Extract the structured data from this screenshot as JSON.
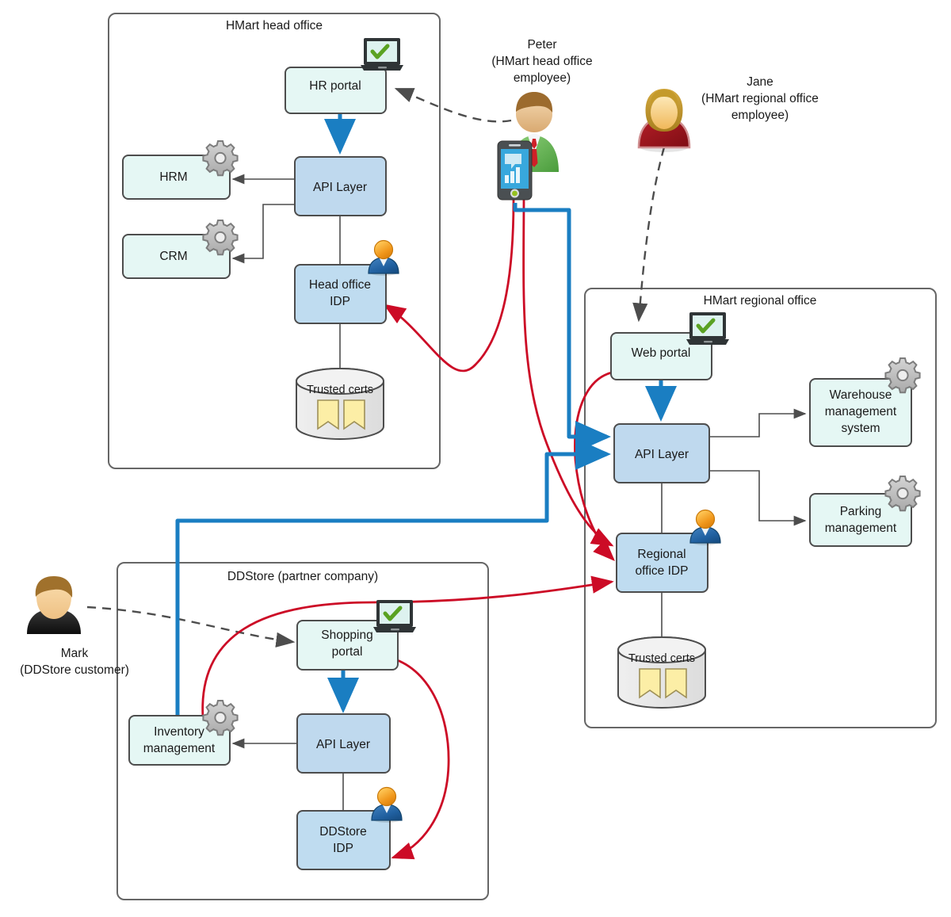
{
  "diagram": {
    "title_absent": true,
    "groups": [
      {
        "id": "head_office",
        "label": "HMart head office"
      },
      {
        "id": "regional_office",
        "label": "HMart regional office"
      },
      {
        "id": "ddstore",
        "label": "DDStore (partner company)"
      }
    ],
    "actors": [
      {
        "id": "peter",
        "name": "Peter",
        "detail_line1": "(HMart head office",
        "detail_line2": "employee)",
        "icon": "person-male-green-suit-icon",
        "device": "smartphone-icon"
      },
      {
        "id": "jane",
        "name": "Jane",
        "detail_line1": "(HMart regional office",
        "detail_line2": "employee)",
        "icon": "person-female-red-icon"
      },
      {
        "id": "mark",
        "name": "Mark",
        "detail_line1": "(DDStore customer)",
        "detail_line2": "",
        "icon": "person-male-black-shirt-icon"
      }
    ],
    "nodes": [
      {
        "id": "hr_portal",
        "label_line1": "HR portal",
        "label_line2": "",
        "group": "head_office",
        "kind": "portal",
        "badge": "laptop-check-icon"
      },
      {
        "id": "ho_api",
        "label_line1": "API Layer",
        "label_line2": "",
        "group": "head_office",
        "kind": "api",
        "badge": ""
      },
      {
        "id": "hrm",
        "label_line1": "HRM",
        "label_line2": "",
        "group": "head_office",
        "kind": "system",
        "badge": "gear-icon"
      },
      {
        "id": "crm",
        "label_line1": "CRM",
        "label_line2": "",
        "group": "head_office",
        "kind": "system",
        "badge": "gear-icon"
      },
      {
        "id": "ho_idp",
        "label_line1": "Head office",
        "label_line2": "IDP",
        "group": "head_office",
        "kind": "idp",
        "badge": "user-badge-icon"
      },
      {
        "id": "ho_certs",
        "label_line1": "Trusted certs",
        "label_line2": "",
        "group": "head_office",
        "kind": "database",
        "badge": "certificate-icon"
      },
      {
        "id": "web_portal",
        "label_line1": "Web portal",
        "label_line2": "",
        "group": "regional_office",
        "kind": "portal",
        "badge": "laptop-check-icon"
      },
      {
        "id": "ro_api",
        "label_line1": "API Layer",
        "label_line2": "",
        "group": "regional_office",
        "kind": "api",
        "badge": ""
      },
      {
        "id": "wms",
        "label_line1": "Warehouse",
        "label_line2": "management",
        "label_line3": "system",
        "group": "regional_office",
        "kind": "system",
        "badge": "gear-icon"
      },
      {
        "id": "parking",
        "label_line1": "Parking",
        "label_line2": "management",
        "group": "regional_office",
        "kind": "system",
        "badge": "gear-icon"
      },
      {
        "id": "ro_idp",
        "label_line1": "Regional",
        "label_line2": "office IDP",
        "group": "regional_office",
        "kind": "idp",
        "badge": "user-badge-icon"
      },
      {
        "id": "ro_certs",
        "label_line1": "Trusted certs",
        "label_line2": "",
        "group": "regional_office",
        "kind": "database",
        "badge": "certificate-icon"
      },
      {
        "id": "shopping_portal",
        "label_line1": "Shopping",
        "label_line2": "portal",
        "group": "ddstore",
        "kind": "portal",
        "badge": "laptop-check-icon"
      },
      {
        "id": "dd_api",
        "label_line1": "API Layer",
        "label_line2": "",
        "group": "ddstore",
        "kind": "api",
        "badge": ""
      },
      {
        "id": "inventory",
        "label_line1": "Inventory",
        "label_line2": "management",
        "group": "ddstore",
        "kind": "system",
        "badge": "gear-icon"
      },
      {
        "id": "dd_idp",
        "label_line1": "DDStore",
        "label_line2": "IDP",
        "group": "ddstore",
        "kind": "idp",
        "badge": "user-badge-icon"
      }
    ],
    "edges": [
      {
        "from": "peter",
        "to": "hr_portal",
        "style": "dashed-gray"
      },
      {
        "from": "jane",
        "to": "web_portal",
        "style": "dashed-gray"
      },
      {
        "from": "mark",
        "to": "shopping_portal",
        "style": "dashed-gray"
      },
      {
        "from": "hr_portal",
        "to": "ho_api",
        "style": "solid-blue"
      },
      {
        "from": "ho_api",
        "to": "hrm",
        "style": "solid-gray"
      },
      {
        "from": "ho_api",
        "to": "crm",
        "style": "solid-gray"
      },
      {
        "from": "ho_api",
        "to": "ho_idp",
        "style": "plain-gray"
      },
      {
        "from": "ho_idp",
        "to": "ho_certs",
        "style": "plain-gray"
      },
      {
        "from": "web_portal",
        "to": "ro_api",
        "style": "solid-blue"
      },
      {
        "from": "ro_api",
        "to": "wms",
        "style": "solid-gray"
      },
      {
        "from": "ro_api",
        "to": "parking",
        "style": "solid-gray"
      },
      {
        "from": "ro_api",
        "to": "ro_idp",
        "style": "plain-gray"
      },
      {
        "from": "ro_idp",
        "to": "ro_certs",
        "style": "plain-gray"
      },
      {
        "from": "shopping_portal",
        "to": "dd_api",
        "style": "solid-blue"
      },
      {
        "from": "dd_api",
        "to": "inventory",
        "style": "solid-gray"
      },
      {
        "from": "dd_api",
        "to": "dd_idp",
        "style": "plain-gray"
      },
      {
        "from": "peter_phone",
        "to": "ro_api",
        "style": "solid-blue"
      },
      {
        "from": "peter_phone",
        "to": "ho_idp",
        "style": "solid-red"
      },
      {
        "from": "inventory",
        "to": "ro_api",
        "style": "solid-blue"
      },
      {
        "from": "web_portal",
        "to": "ro_idp",
        "style": "solid-red"
      },
      {
        "from": "shopping_portal",
        "to": "ro_idp",
        "style": "solid-red"
      },
      {
        "from": "shopping_portal",
        "to": "dd_idp",
        "style": "solid-red"
      },
      {
        "from": "federation",
        "to": "ro_idp",
        "style": "solid-red"
      }
    ],
    "colors": {
      "api_fill": "#bfd9ee",
      "api_stroke": "#4a4a4a",
      "portal_fill": "#e5f7f4",
      "system_fill": "#e5f7f4",
      "idp_fill": "#bfdcf0",
      "database_fill": "#e6e6e6",
      "cert_fill": "#fdeca8",
      "flow_blue": "#1a7ec2",
      "flow_red": "#cc0b26",
      "flow_gray": "#595959",
      "group_stroke": "#666666",
      "check_green": "#5aa222"
    }
  }
}
